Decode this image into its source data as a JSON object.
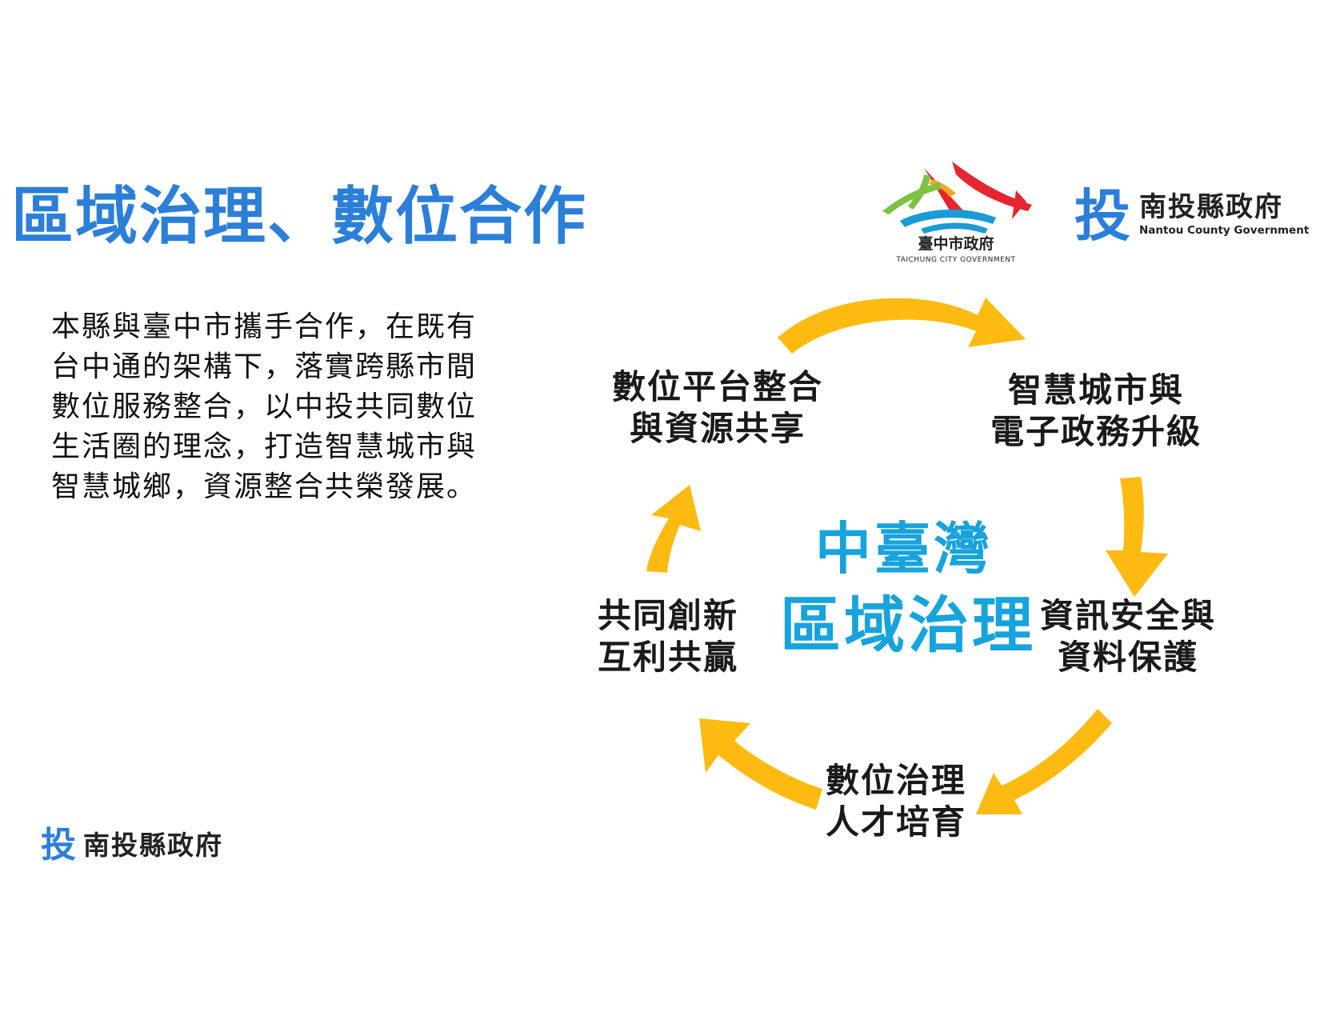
{
  "title": "區域治理、數位合作",
  "description_lines": [
    "本縣與臺中市攜手合作，在既有",
    "台中通的架構下，落實跨縣市間",
    "數位服務整合，以中投共同數位",
    "生活圈的理念，打造智慧城市與",
    "智慧城鄉，資源整合共榮發展。"
  ],
  "logos": {
    "taichung": {
      "name_zh": "臺中市政府",
      "name_en": "TAICHUNG CITY GOVERNMENT"
    },
    "nantou": {
      "glyph": "投",
      "name_zh": "南投縣政府",
      "name_en": "Nantou County Government"
    },
    "footer": {
      "glyph": "投",
      "name_zh": "南投縣政府"
    }
  },
  "center": {
    "line1": "中臺灣",
    "line2": "區域治理"
  },
  "nodes": {
    "top_left": [
      "數位平台整合",
      "與資源共享"
    ],
    "top_right": [
      "智慧城市與",
      "電子政務升級"
    ],
    "right": [
      "資訊安全與",
      "資料保護"
    ],
    "bottom": [
      "數位治理",
      "人才培育"
    ],
    "left": [
      "共同創新",
      "互利共贏"
    ]
  },
  "colors": {
    "title": "#2b7fd9",
    "center": "#17a3dd",
    "arrow": "#fdbb12",
    "logo_blue": "#2b7fd9"
  },
  "icons": {
    "arrow": "curved-arrow-icon",
    "logo": "tou-logo-icon"
  }
}
